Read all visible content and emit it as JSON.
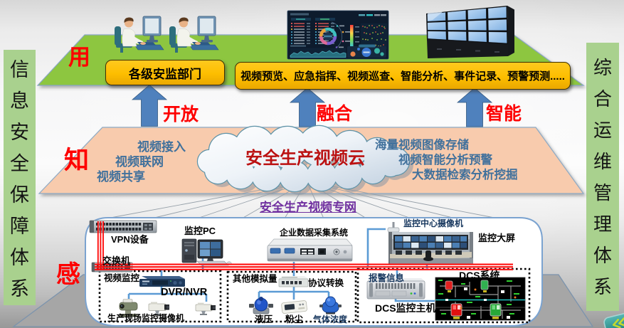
{
  "side_bars": {
    "left": "信息安全保障体系",
    "right": "综合运维管理体系"
  },
  "layer_labels": {
    "top": "用",
    "middle": "知",
    "bottom": "感"
  },
  "arrows": {
    "a1": "开放",
    "a2": "融合",
    "a3": "智能"
  },
  "top_layer": {
    "dept_box": "各级安监部门",
    "functions_box": "视频预览、应急指挥、视频巡查、智能分析、事件记录、预警预测....."
  },
  "cloud": {
    "title": "安全生产视频云",
    "left_items": [
      "视频接入",
      "视频联网",
      "视频共享"
    ],
    "right_items": [
      "海量视频图像存储",
      "视频智能分析预警",
      "大数据检索分析挖掘"
    ]
  },
  "network_label": "安全生产视频专网",
  "sense_layer": {
    "vpn": "VPN设备",
    "switch": "交换机",
    "monitor_pc": "监控PC",
    "daq": "企业数据采集系统",
    "center_camera": "监控中心摄像机",
    "big_screen": "监控大屏",
    "video_box": {
      "title": "视频监控",
      "dvr": "DVR/NVR",
      "cameras": "生产现场监控摄像机"
    },
    "analog_box": {
      "title": "其他模拟量",
      "converter": "协议转换",
      "sensors": [
        "液压",
        "粉尘",
        "气体浓度"
      ]
    },
    "dcs_box": {
      "alarm": "报警信息",
      "host": "DCS监控主机",
      "system": "DCS系统"
    }
  },
  "colors": {
    "layer_top": "#8dc63f",
    "layer_middle": "#f8cbad",
    "layer_bottom": "#a6a6a6",
    "side_bar": "#a9d18e",
    "accent_red": "#fe0000",
    "box_gold": "#ffc000",
    "arrow_blue": "#4f81bd",
    "network_purple": "#7030a0",
    "cloud_text_red": "#bb1111",
    "item_blue": "#41719c"
  }
}
